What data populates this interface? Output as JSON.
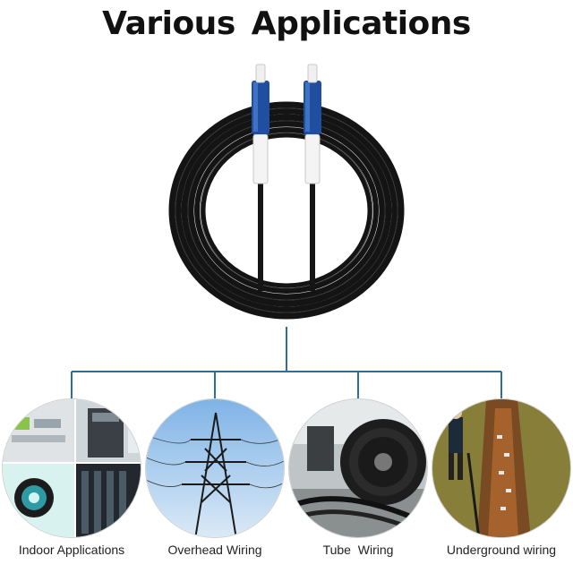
{
  "title": "Various  Applications",
  "product": {
    "icon": "fiber-patch-cable-coil-icon",
    "connector_color": "#1f4f9e"
  },
  "applications": [
    {
      "label": "Indoor Applications",
      "icon": "indoor-datacenter-photo"
    },
    {
      "label": "Overhead Wiring",
      "icon": "power-tower-photo"
    },
    {
      "label": "Tube  Wiring",
      "icon": "cable-reel-photo"
    },
    {
      "label": "Underground wiring",
      "icon": "trench-photo"
    }
  ],
  "colors": {
    "tree_line": "#2e6f99",
    "cable": "#111111"
  }
}
